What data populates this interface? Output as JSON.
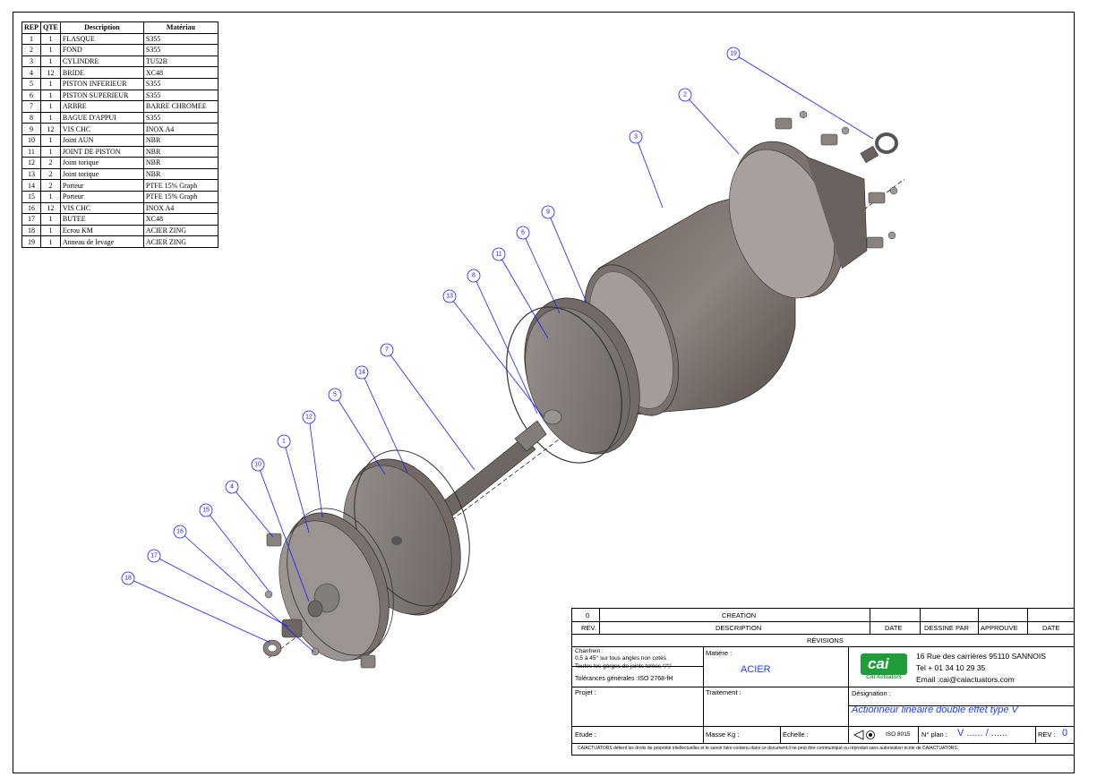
{
  "bom": {
    "headers": {
      "rep": "REP",
      "qte": "QTE",
      "desc": "Description",
      "mat": "Matériau"
    },
    "rows": [
      {
        "rep": "1",
        "qte": "1",
        "desc": "FLASQUE",
        "mat": "S355"
      },
      {
        "rep": "2",
        "qte": "1",
        "desc": "FOND",
        "mat": "S355"
      },
      {
        "rep": "3",
        "qte": "1",
        "desc": "CYLINDRE",
        "mat": "TU52B"
      },
      {
        "rep": "4",
        "qte": "12",
        "desc": "BRIDE",
        "mat": "XC48"
      },
      {
        "rep": "5",
        "qte": "1",
        "desc": "PISTON INFERIEUR",
        "mat": "S355"
      },
      {
        "rep": "6",
        "qte": "1",
        "desc": "PISTON SUPERIEUR",
        "mat": "S355"
      },
      {
        "rep": "7",
        "qte": "1",
        "desc": "ARBRE",
        "mat": "BARRE CHROMEE"
      },
      {
        "rep": "8",
        "qte": "1",
        "desc": "BAGUE D'APPUI",
        "mat": "S355"
      },
      {
        "rep": "9",
        "qte": "12",
        "desc": "VIS CHC",
        "mat": "INOX A4"
      },
      {
        "rep": "10",
        "qte": "1",
        "desc": "Joint AUN",
        "mat": "NBR"
      },
      {
        "rep": "11",
        "qte": "1",
        "desc": "JOINT DE PISTON",
        "mat": "NBR"
      },
      {
        "rep": "12",
        "qte": "2",
        "desc": "Joint torique",
        "mat": "NBR"
      },
      {
        "rep": "13",
        "qte": "2",
        "desc": "Joint torique",
        "mat": "NBR"
      },
      {
        "rep": "14",
        "qte": "2",
        "desc": "Porteur",
        "mat": "PTFE 15% Graph"
      },
      {
        "rep": "15",
        "qte": "1",
        "desc": "Porteur",
        "mat": "PTFE 15% Graph"
      },
      {
        "rep": "16",
        "qte": "12",
        "desc": "VIS CHC",
        "mat": "INOX A4"
      },
      {
        "rep": "17",
        "qte": "1",
        "desc": "BUTEE",
        "mat": "XC48"
      },
      {
        "rep": "18",
        "qte": "1",
        "desc": "Ecrou KM",
        "mat": "ACIER ZING"
      },
      {
        "rep": "19",
        "qte": "1",
        "desc": "Anneau de levage",
        "mat": "ACIER ZING"
      }
    ]
  },
  "balloons": [
    "19",
    "2",
    "3",
    "9",
    "6",
    "11",
    "8",
    "13",
    "7",
    "14",
    "5",
    "12",
    "1",
    "10",
    "4",
    "15",
    "16",
    "17",
    "18"
  ],
  "title_block": {
    "rev_index": "0",
    "creation": "CREATION",
    "rev": "REV.",
    "description": "DESCRIPTION",
    "date": "DATE",
    "dessine_par": "DESSINE PAR",
    "approuve": "APPROUVE",
    "date2": "DATE",
    "revisions": "RÉVISIONS",
    "chanfrein_1": "Chanfrein :",
    "chanfrein_2": "0.5 à 45° sur tous angles non cotés",
    "chanfrein_3": "Toutes les gorges de joints tolées ▽▽",
    "tolerances": "Tolérances générales :ISO 2768-fH",
    "matiere_label": "Matière :",
    "matiere_value": "ACIER",
    "address": "16 Rue des carrières 95110 SANNOIS",
    "tel": "Tel + 01 34 10 29 35",
    "email": "Email :cai@caiactuators.com",
    "logo_mark": "cai",
    "logo_text": "CAI Actuators",
    "projet": "Projet :",
    "traitement": "Traitement :",
    "designation_label": "Désignation :",
    "designation_value": "Actionneur linéaire double effet type V",
    "etude": "Etude :",
    "masse": "Masse Kg :",
    "echelle": "Echelle :",
    "iso": "ISO 8015",
    "no_plan_label": "N° plan :",
    "no_plan_value": "V ...... / ......",
    "rev_label": "REV :",
    "rev_value": "0",
    "copyright": "CAIACTUATORS détient les droits de propriété intellectuelles et le savoir faire contenu dans ce document.il ne peut être communiqué ou reproduit sans autorisation écrite de CAIACTUATORS."
  },
  "colors": {
    "balloon": "#1a1aff",
    "metal_dark": "#5a514d",
    "metal_mid": "#8a827e",
    "metal_light": "#b0a8a4",
    "logo_green": "#1f9d3a"
  }
}
